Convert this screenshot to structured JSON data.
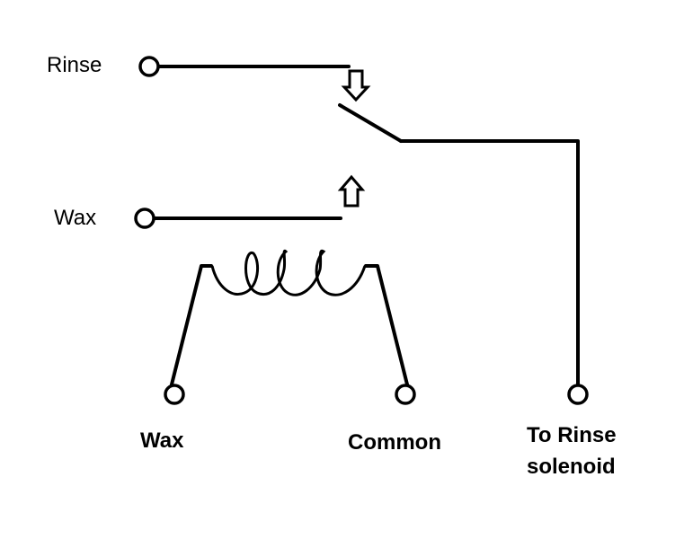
{
  "labels": {
    "rinse": "Rinse",
    "wax_contact": "Wax",
    "wax_coil": "Wax",
    "common": "Common",
    "to_rinse_line1": "To Rinse",
    "to_rinse_line2": "solenoid"
  },
  "colors": {
    "line": "#000000",
    "background": "#ffffff"
  }
}
